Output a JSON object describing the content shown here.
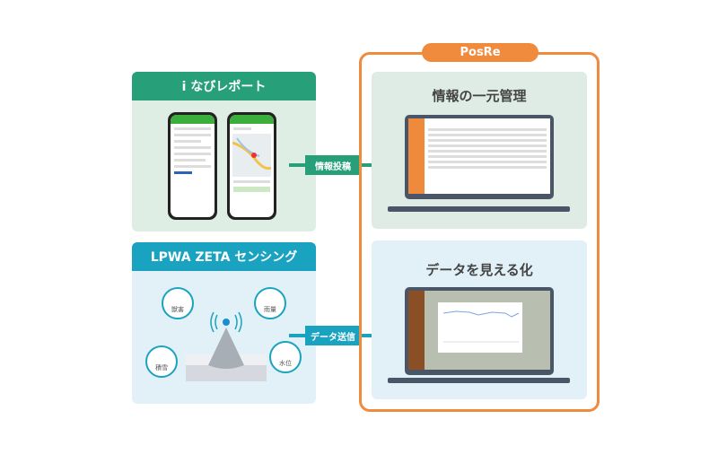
{
  "inavi": {
    "title": "i なびレポート"
  },
  "lpwa": {
    "title": "LPWA ZETA センシング",
    "sensors": [
      "獣害",
      "雨量",
      "積雪",
      "水位"
    ]
  },
  "arrows": {
    "post": "情報投稿",
    "send": "データ送信"
  },
  "posre": {
    "label": "PosRe",
    "top_title": "情報の一元管理",
    "bottom_title": "データを見える化"
  },
  "colors": {
    "green": "#27a07a",
    "teal": "#1aa3c0",
    "orange": "#f08a3c"
  }
}
